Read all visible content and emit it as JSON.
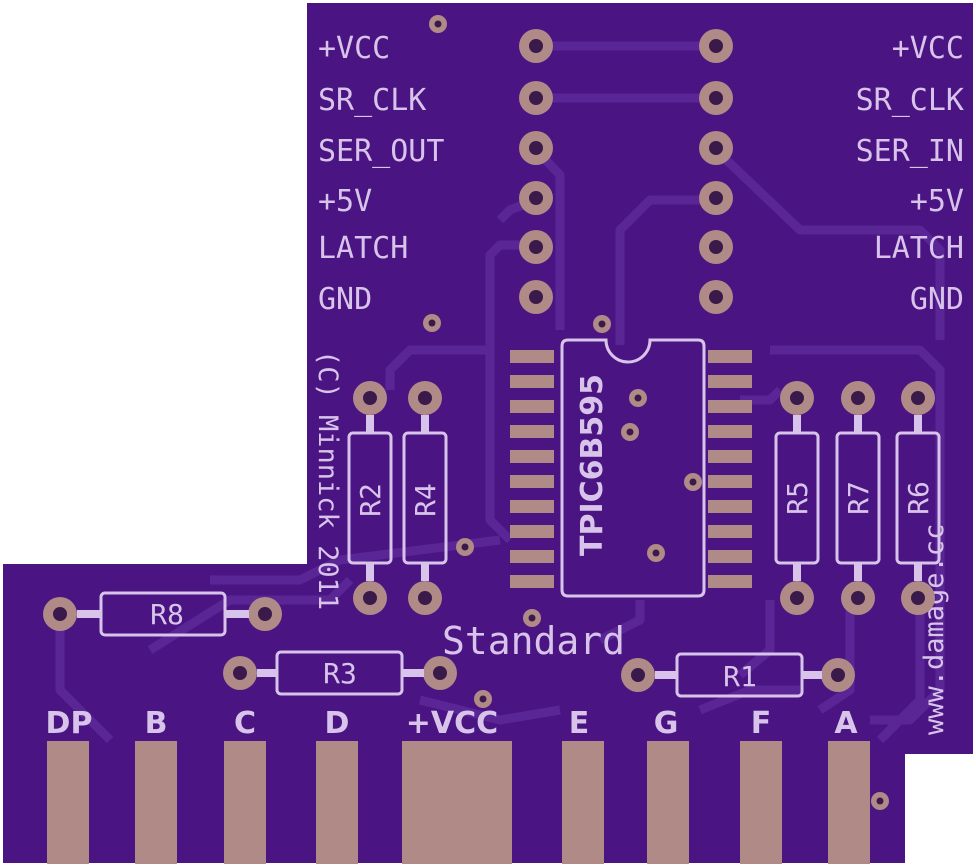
{
  "colors": {
    "board": "#4a1482",
    "copper_trace": "#5a2696",
    "silkscreen": "#d8c4ea",
    "pad": "#b08a86",
    "hole": "#3a1a4a",
    "edge": "#ffffff"
  },
  "header_left": [
    "+VCC",
    "SR_CLK",
    "SER_OUT",
    "+5V",
    "LATCH",
    "GND"
  ],
  "header_right": [
    "+VCC",
    "SR_CLK",
    "SER_IN",
    "+5V",
    "LATCH",
    "GND"
  ],
  "ic_label": "TPIC6B595",
  "copyright": "(C) Minnick 2011",
  "website": "www.damage.cc",
  "variant": "Standard",
  "resistors": {
    "r1": "R1",
    "r2": "R2",
    "r3": "R3",
    "r4": "R4",
    "r5": "R5",
    "r6": "R6",
    "r7": "R7",
    "r8": "R8"
  },
  "segment_pins": [
    "DP",
    "B",
    "C",
    "D",
    "+VCC",
    "E",
    "G",
    "F",
    "A"
  ]
}
